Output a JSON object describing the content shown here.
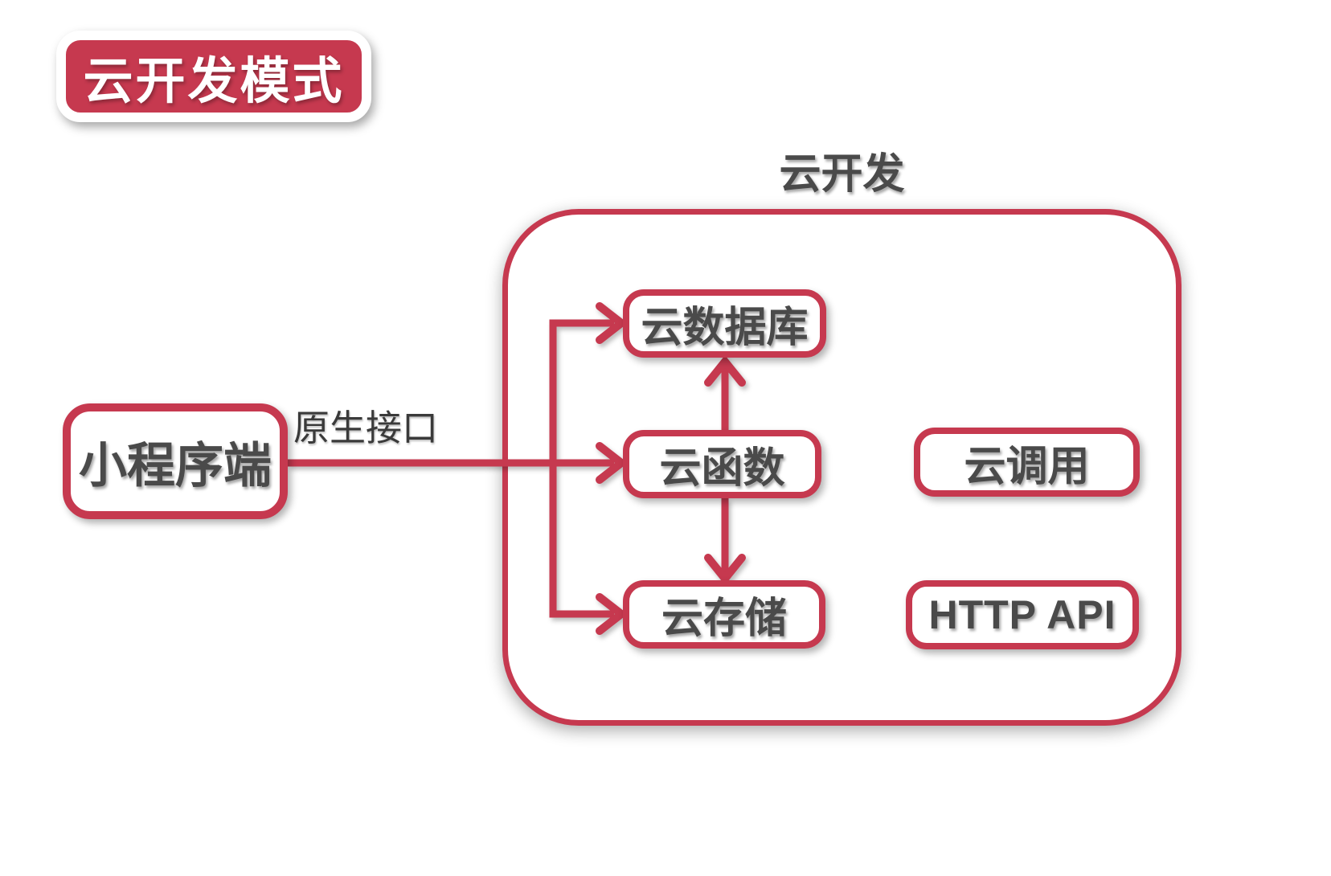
{
  "title_badge": {
    "label": "云开发模式"
  },
  "diagram": {
    "container_label": "云开发",
    "client_box": {
      "label": "小程序端"
    },
    "connector_label": "原生接口",
    "inner_boxes": [
      {
        "label": "云数据库"
      },
      {
        "label": "云函数"
      },
      {
        "label": "云存储"
      },
      {
        "label": "云调用"
      },
      {
        "label": "HTTP API"
      }
    ],
    "colors": {
      "accent": "#C6394F",
      "box_text": "#4A4A4A",
      "badge_text": "#FFFFFF",
      "box_fill": "#FFFFFF"
    }
  }
}
